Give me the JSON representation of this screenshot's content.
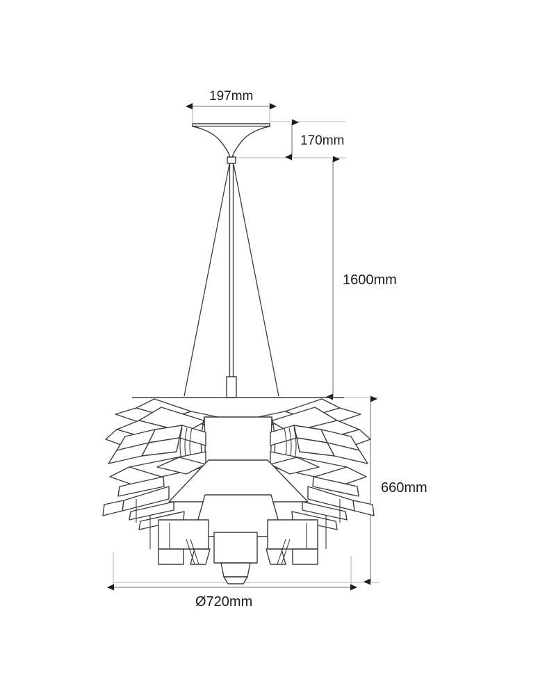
{
  "drawing": {
    "subject": "pendant-lamp-technical-drawing",
    "background_color": "#ffffff",
    "line_color": "#3c3c3c",
    "dimension_line_color": "#9a9a9a",
    "arrow_color": "#1c1c1c",
    "text_color": "#1c1c1c"
  },
  "dimensions": {
    "canopy_width": "197mm",
    "canopy_height": "170mm",
    "suspension_drop": "1600mm",
    "shade_height": "660mm",
    "shade_diameter": "Ø720mm"
  },
  "labels": {
    "width_label": "197mm",
    "canopy_height_label": "170mm",
    "drop_label": "1600mm",
    "shade_height_label": "660mm",
    "diameter_label": "Ø720mm"
  },
  "parts": {
    "canopy": "ceiling-canopy",
    "suspension": "suspension-wires",
    "junction": "cord-junction-block",
    "shade": "artichoke-shade",
    "finial": "bottom-finial"
  }
}
